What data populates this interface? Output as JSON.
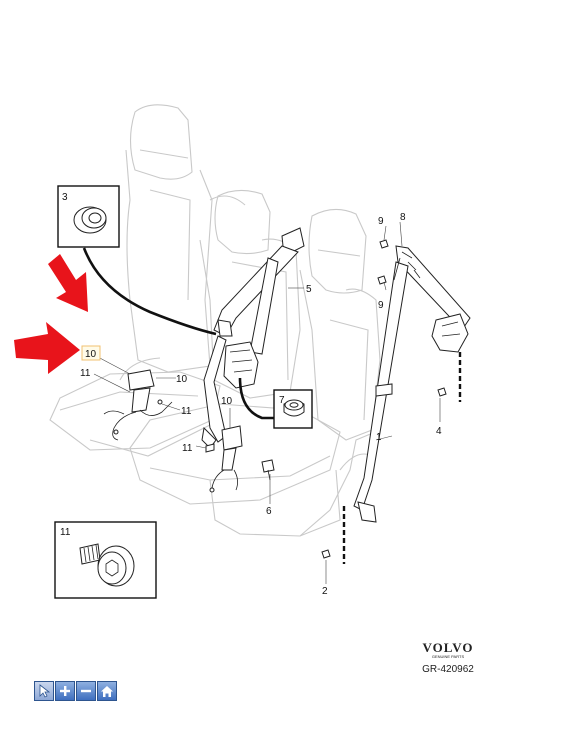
{
  "diagram": {
    "callouts": {
      "c1": "1",
      "c2": "2",
      "c3": "3",
      "c4": "4",
      "c5": "5",
      "c6": "6",
      "c7": "7",
      "c8": "8",
      "c9a": "9",
      "c9b": "9",
      "c10a": "10",
      "c10b": "10",
      "c10c": "10",
      "c11a": "11",
      "c11b": "11",
      "c11c": "11",
      "c11d": "11"
    },
    "brand": "VOLVO",
    "brand_sub": "GENUINE PARTS",
    "reference": "GR-420962"
  },
  "toolbar": {
    "buttons": [
      {
        "name": "select",
        "icon": "cursor-icon"
      },
      {
        "name": "zoom-in",
        "icon": "plus-icon"
      },
      {
        "name": "zoom-out",
        "icon": "minus-icon"
      },
      {
        "name": "home",
        "icon": "home-icon"
      }
    ]
  },
  "colors": {
    "arrow": "#e8141b",
    "seat_outline": "#c9c9c9",
    "toolbar": "#3f6fbf",
    "highlight_box": "#f0c070"
  }
}
